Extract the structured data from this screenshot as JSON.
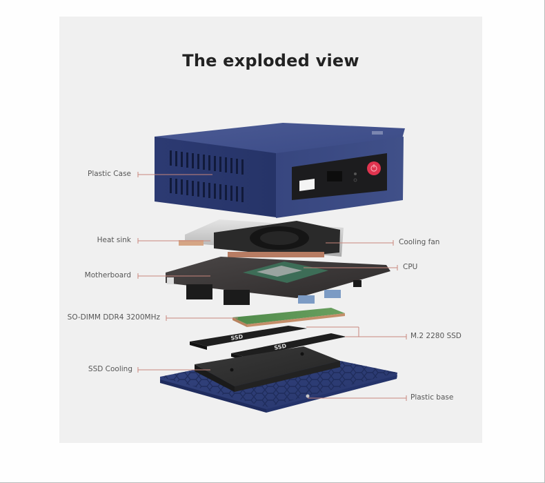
{
  "page": {
    "title": "The exploded view",
    "accent_line_color": "#c9867c",
    "panel_bg": "#f0f0f0"
  },
  "labels_left": [
    {
      "id": "plastic-case",
      "text": "Plastic Case"
    },
    {
      "id": "heat-sink",
      "text": "Heat sink"
    },
    {
      "id": "motherboard",
      "text": "Motherboard"
    },
    {
      "id": "so-dimm",
      "text": "SO-DIMM DDR4 3200MHz"
    },
    {
      "id": "ssd-cooling",
      "text": "SSD Cooling"
    }
  ],
  "labels_right": [
    {
      "id": "cooling-fan",
      "text": "Cooling fan"
    },
    {
      "id": "cpu",
      "text": "CPU"
    },
    {
      "id": "m2-ssd",
      "text": "M.2 2280 SSD"
    },
    {
      "id": "plastic-base",
      "text": "Plastic base"
    }
  ],
  "product": {
    "case_color": "#2f3f78",
    "power_button_color": "#e0344f",
    "ssd_sticker_text": "SSD"
  }
}
